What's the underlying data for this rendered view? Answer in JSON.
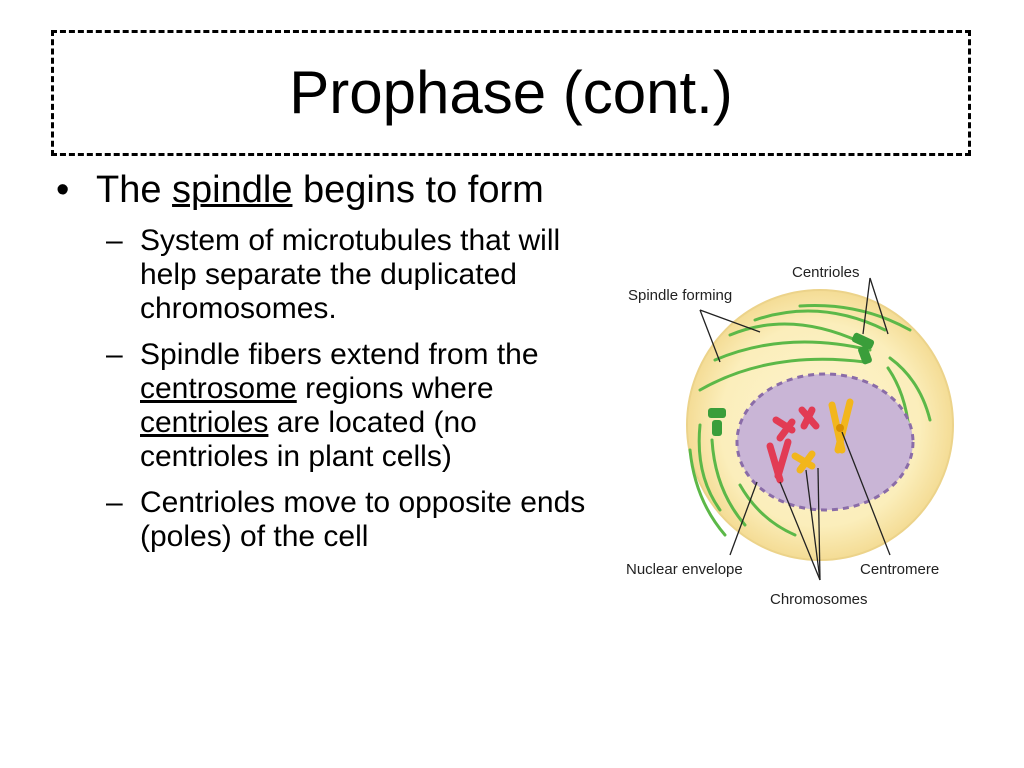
{
  "title": "Prophase (cont.)",
  "bullet": {
    "pre": "The ",
    "term": "spindle",
    "post": " begins to form"
  },
  "subs": [
    {
      "text": "System of microtubules that will help separate the duplicated chromosomes."
    },
    {
      "p1": "Spindle fibers extend from the ",
      "t1": "centrosome",
      "p2": " regions where ",
      "t2": "centrioles",
      "p3": " are located (no centrioles in plant cells)"
    },
    {
      "text": "Centrioles move to opposite ends (poles) of the cell"
    }
  ],
  "diagram": {
    "labels": {
      "centrioles": "Centrioles",
      "spindle_forming": "Spindle forming",
      "nuclear_envelope": "Nuclear envelope",
      "centromere": "Centromere",
      "chromosomes": "Chromosomes"
    },
    "colors": {
      "cell": "#f8e6a8",
      "cytoplasm_glow": "#fdf4cf",
      "nucleus": "#c9b5d6",
      "spindle": "#5cb848",
      "chromosome_red": "#e23b54",
      "chromosome_yellow": "#f2b61c"
    }
  }
}
